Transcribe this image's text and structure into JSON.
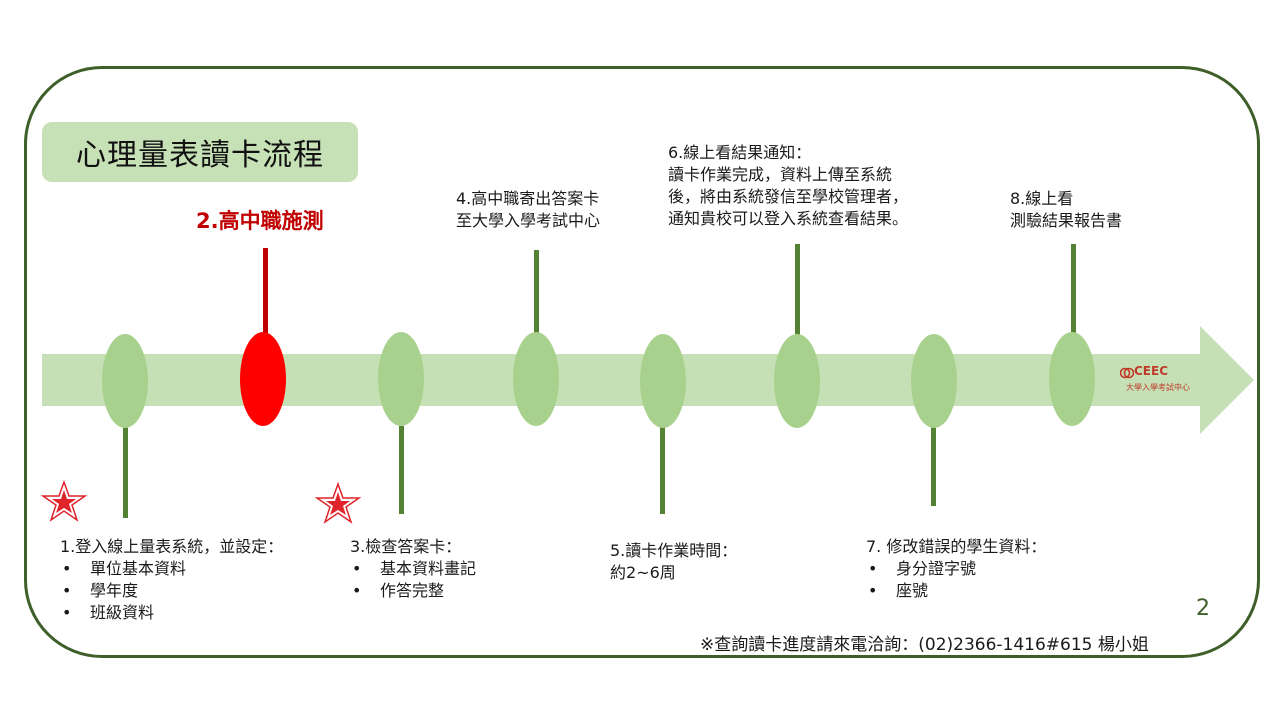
{
  "title": "心理量表讀卡流程",
  "steps": {
    "s1": {
      "heading": "1.登入線上量表系統，並設定：",
      "bullets": [
        "單位基本資料",
        "學年度",
        "班級資料"
      ]
    },
    "s2": {
      "heading": "2.高中職施測"
    },
    "s3": {
      "heading": "3.檢查答案卡：",
      "bullets": [
        "基本資料畫記",
        "作答完整"
      ]
    },
    "s4": {
      "lines": [
        "4.高中職寄出答案卡",
        "至大學入學考試中心"
      ]
    },
    "s5": {
      "lines": [
        "5.讀卡作業時間：",
        "約2~6周"
      ]
    },
    "s6": {
      "lines": [
        "6.線上看結果通知：",
        "讀卡作業完成，資料上傳至系統",
        "後，將由系統發信至學校管理者，",
        "通知貴校可以登入系統查看結果。"
      ]
    },
    "s7": {
      "heading": "7. 修改錯誤的學生資料：",
      "bullets": [
        "身分證字號",
        "座號"
      ]
    },
    "s8": {
      "lines": [
        "8.線上看",
        "測驗結果報告書"
      ]
    }
  },
  "logo": {
    "text": "CEEC",
    "subtitle": "大學入學考試中心"
  },
  "page_number": "2",
  "footer": "※查詢讀卡進度請來電洽詢：(02)2366-1416#615 楊小姐",
  "colors": {
    "frame": "#3f5f2a",
    "arrow": "#c5e0b4",
    "oval": "#a9d18e",
    "stem": "#548235",
    "highlight": "#ff0000",
    "highlight_text": "#c00000"
  }
}
